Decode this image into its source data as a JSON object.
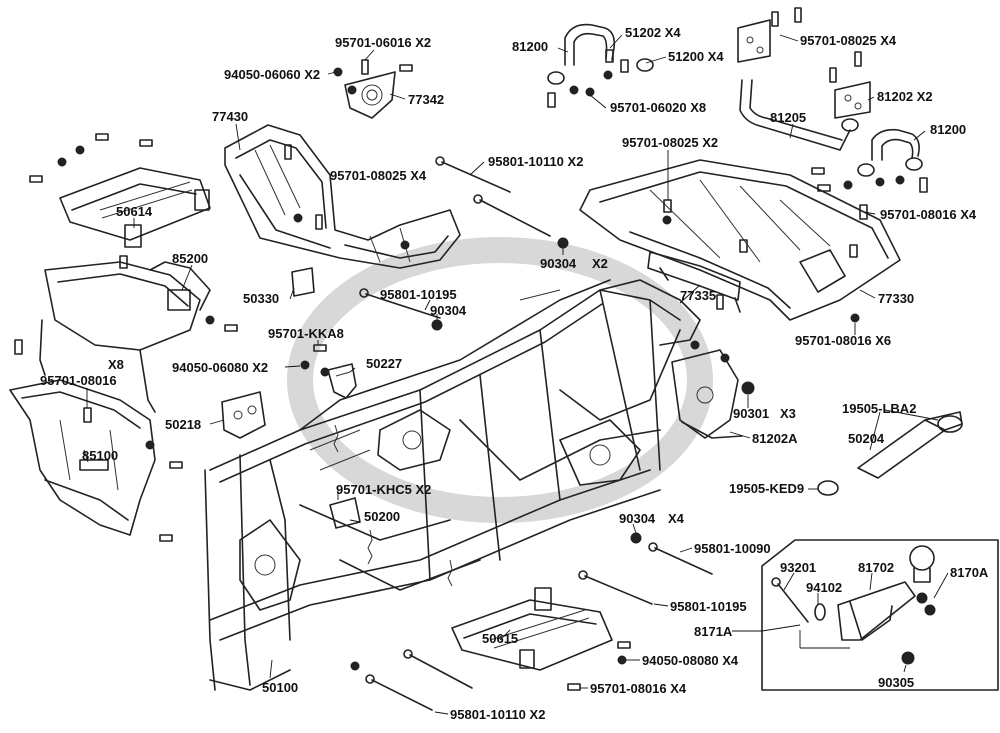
{
  "labels": {
    "p_95701_06016": "95701-06016 X2",
    "p_94050_06060": "94050-06060 X2",
    "p_77342": "77342",
    "p_81200_a": "81200",
    "p_51202": "51202 X4",
    "p_51200": "51200 X4",
    "p_95701_06020": "95701-06020 X8",
    "p_95701_08025_a": "95701-08025 X4",
    "p_81202": "81202 X2",
    "p_81205": "81205",
    "p_81200_b": "81200",
    "p_77430": "77430",
    "p_95801_10110_a": "95801-10110 X2",
    "p_95701_08025_b": "95701-08025 X4",
    "p_95701_08025_c": "95701-08025 X2",
    "p_95701_08016_a": "95701-08016 X4",
    "p_50614": "50614",
    "p_90304_a": "90304",
    "p_x2_a": "X2",
    "p_85200": "85200",
    "p_50330": "50330",
    "p_95801_10195_a": "95801-10195",
    "p_90304_b": "90304",
    "p_77335": "77335",
    "p_77330": "77330",
    "p_95701_kka8": "95701-KKA8",
    "p_95701_08016_b": "95701-08016 X6",
    "p_x8": "X8",
    "p_94050_06080": "94050-06080 X2",
    "p_50227": "50227",
    "p_95701_08016_c": "95701-08016",
    "p_90301": "90301",
    "p_x3": "X3",
    "p_19505_lba2": "19505-LBA2",
    "p_50218": "50218",
    "p_81202a": "81202A",
    "p_50204": "50204",
    "p_85100": "85100",
    "p_19505_ked9": "19505-KED9",
    "p_95701_khc5": "95701-KHC5 X2",
    "p_50200": "50200",
    "p_90304_c": "90304",
    "p_x4_a": "X4",
    "p_95801_10090": "95801-10090",
    "p_93201": "93201",
    "p_81702": "81702",
    "p_8170a": "8170A",
    "p_94102": "94102",
    "p_95801_10195_b": "95801-10195",
    "p_50615": "50615",
    "p_8171a": "8171A",
    "p_94050_08080": "94050-08080 X4",
    "p_90305": "90305",
    "p_50100": "50100",
    "p_95701_08016_d": "95701-08016 X4",
    "p_95801_10110_b": "95801-10110 X2"
  }
}
